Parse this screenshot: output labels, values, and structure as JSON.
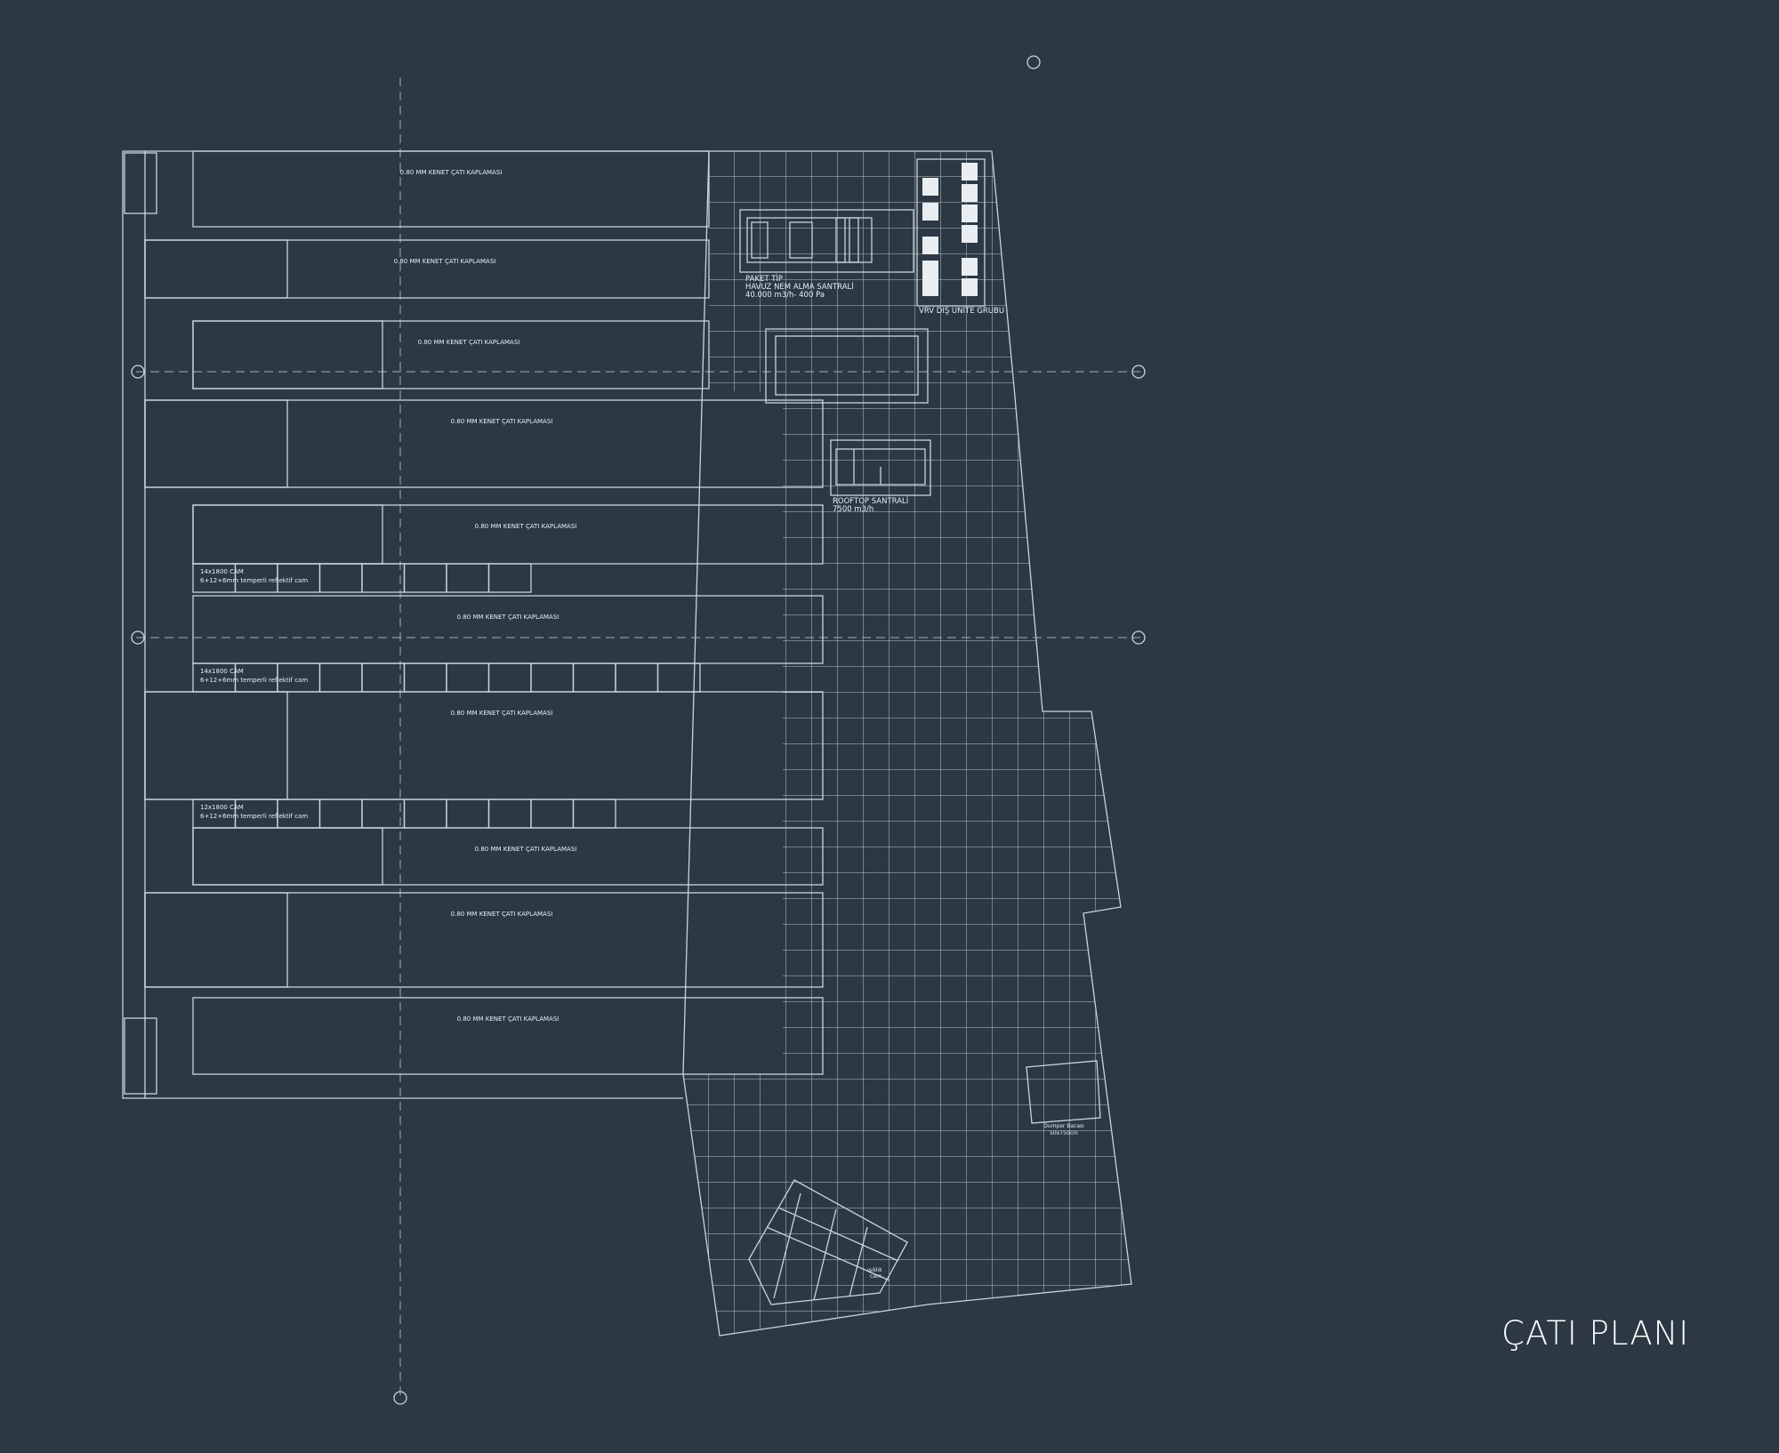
{
  "title": "ÇATI PLANI",
  "roof_strip_label": "0.80 MM KENET ÇATI KAPLAMASI",
  "glass_rows": [
    {
      "line1": "14x1800 CAM",
      "line2": "6+12+6mm temperli reflektif cam"
    },
    {
      "line1": "14x1800 CAM",
      "line2": "6+12+6mm temperli reflektif cam"
    },
    {
      "line1": "12x1800 CAM",
      "line2": "6+12+6mm temperli reflektif cam"
    }
  ],
  "equipment": {
    "pool_unit": {
      "line1": "PAKET TİP",
      "line2": "HAVUZ NEM ALMA SANTRALİ",
      "line3": "40.000 m3/h- 400 Pa"
    },
    "vrv": {
      "label": "VRV DIŞ ÜNİTE GRUBU"
    },
    "rooftop": {
      "line1": "ROOFTOP SANTRALİ",
      "line2": "7500 m3/h"
    },
    "dumpster": {
      "line1": "Dumper Bacası",
      "line2": "50x750cm"
    },
    "skylight": {
      "line1": "ışıklık",
      "line2": "cam"
    }
  },
  "colors": {
    "background": "#2c3843",
    "line": "#c9d6dc"
  }
}
